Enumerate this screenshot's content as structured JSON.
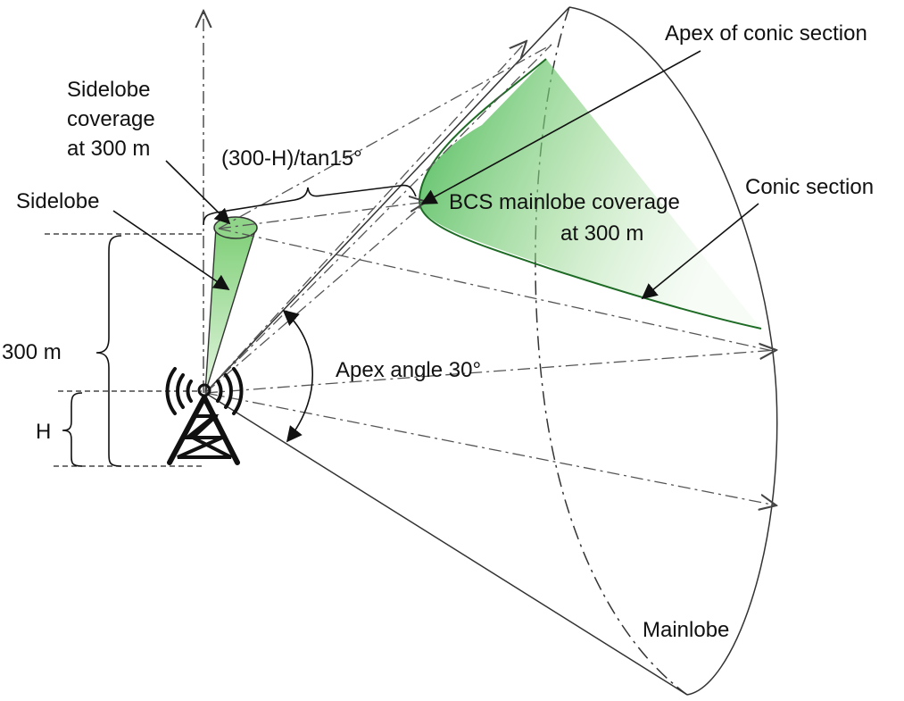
{
  "labels": {
    "apex_of_conic_section": "Apex of conic section",
    "sidelobe_coverage_line1": "Sidelobe",
    "sidelobe_coverage_line2": "coverage",
    "sidelobe_coverage_line3": "at 300 m",
    "distance_formula": "(300-H)/tan15°",
    "sidelobe": "Sidelobe",
    "conic_section": "Conic section",
    "bcs_mainlobe_line1": "BCS mainlobe coverage",
    "bcs_mainlobe_line2": "at 300 m",
    "height_300m": "300 m",
    "apex_angle": "Apex angle 30°",
    "height_h": "H",
    "mainlobe": "Mainlobe"
  },
  "colors": {
    "coverage_green": "#3cb44b",
    "coverage_green_light": "#d6f0d2",
    "line": "#333333"
  },
  "icons": {
    "base_station": "antenna-tower-icon"
  }
}
